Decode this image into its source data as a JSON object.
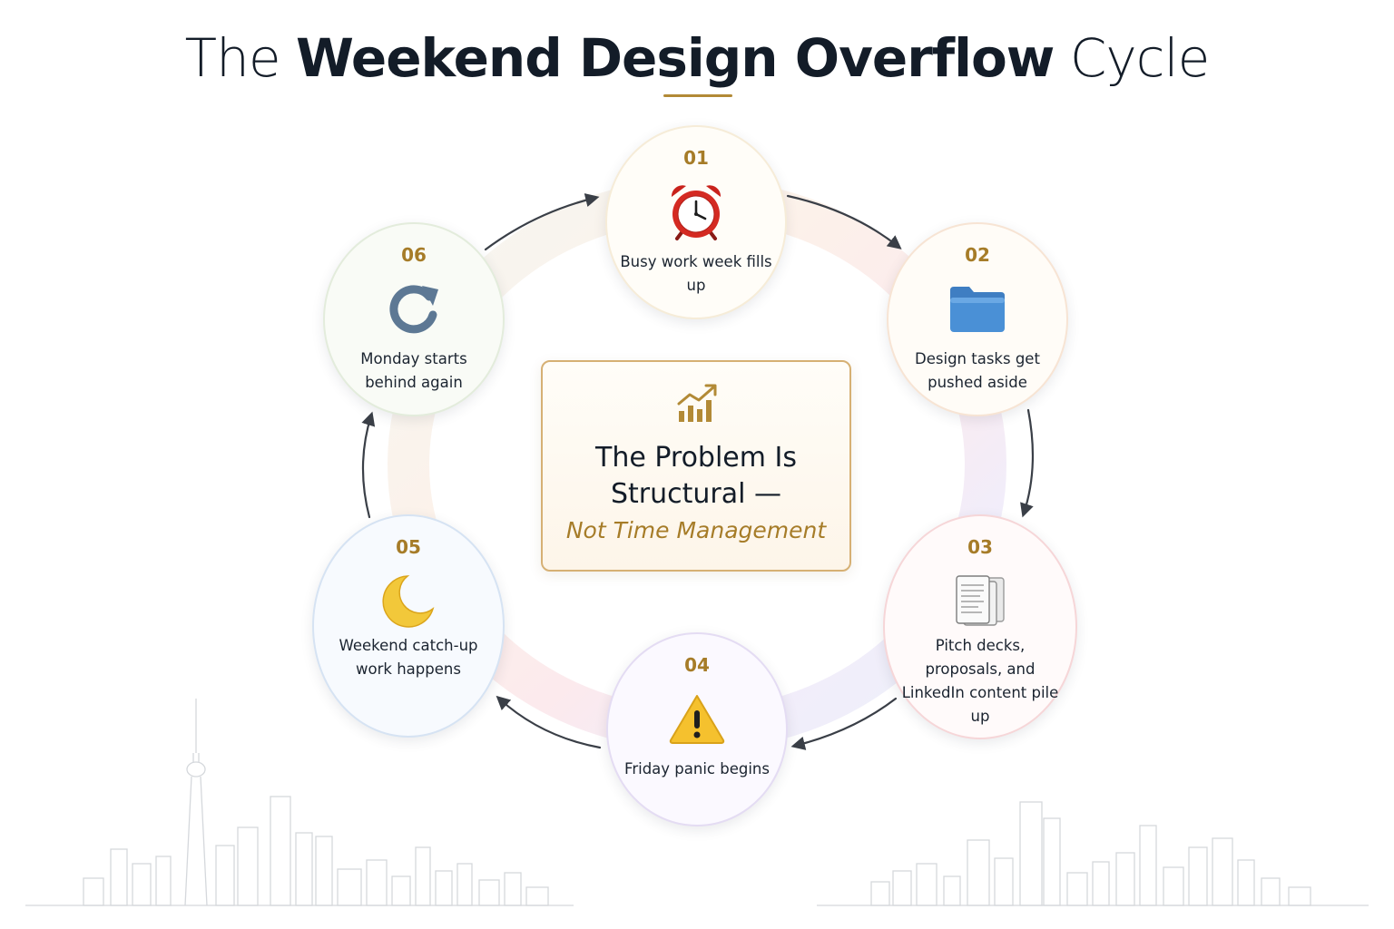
{
  "title": {
    "part1": "The ",
    "part2": "Weekend Design Overflow",
    "part3": " Cycle"
  },
  "center": {
    "icon": "chart-growth-icon",
    "line1": "The Problem Is",
    "line2": "Structural —",
    "line3": "Not Time Management"
  },
  "steps": [
    {
      "num": "01",
      "icon": "alarm-clock-icon",
      "label": "Busy work week fills up"
    },
    {
      "num": "02",
      "icon": "folder-icon",
      "label": "Design tasks get pushed aside"
    },
    {
      "num": "03",
      "icon": "documents-icon",
      "label": "Pitch decks, proposals, and LinkedIn content pile up"
    },
    {
      "num": "04",
      "icon": "warning-icon",
      "label": "Friday panic begins"
    },
    {
      "num": "05",
      "icon": "crescent-moon-icon",
      "label": "Weekend catch-up work happens"
    },
    {
      "num": "06",
      "icon": "refresh-icon",
      "label": "Monday starts behind again"
    }
  ],
  "colors": {
    "accent": "#a67c28",
    "title": "#131c28",
    "arrow": "#3a3f47",
    "skyline": "#d5d8dc"
  }
}
